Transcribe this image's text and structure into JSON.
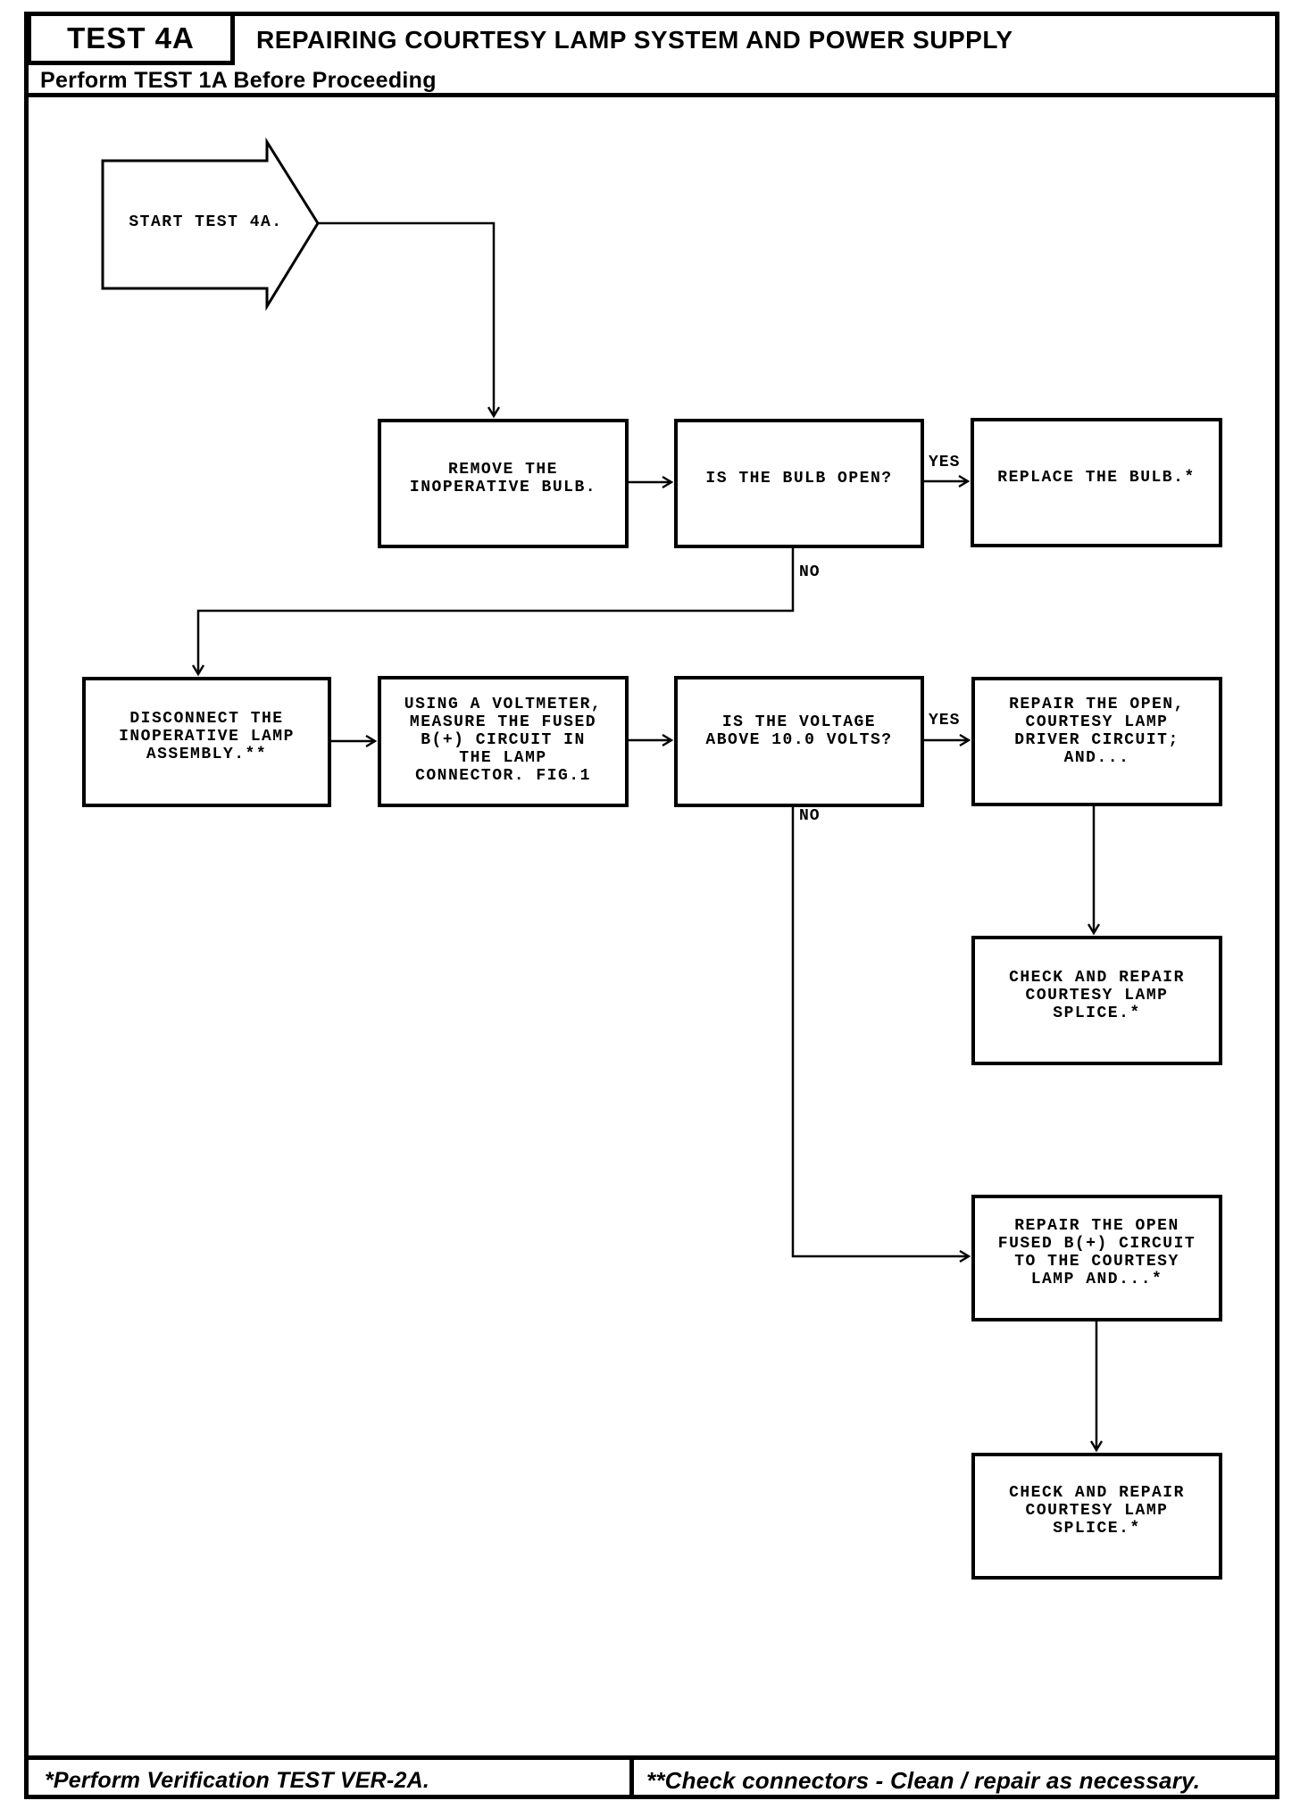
{
  "header": {
    "test_id": "TEST 4A",
    "title": "REPAIRING COURTESY LAMP SYSTEM AND POWER SUPPLY",
    "subtitle": "Perform TEST 1A Before Proceeding"
  },
  "flowchart": {
    "start_label": "START TEST 4A.",
    "boxes": {
      "remove_bulb": "REMOVE THE\nINOPERATIVE BULB.",
      "bulb_open": "IS THE BULB OPEN?",
      "replace_bulb": "REPLACE THE BULB.*",
      "disconnect_lamp": "DISCONNECT THE\nINOPERATIVE LAMP\nASSEMBLY.**",
      "measure_voltage": "USING A VOLTMETER,\nMEASURE THE FUSED\nB(+) CIRCUIT IN\nTHE LAMP\nCONNECTOR. FIG.1",
      "voltage_above_10": "IS THE VOLTAGE\nABOVE 10.0 VOLTS?",
      "repair_driver_circuit": "REPAIR THE OPEN,\nCOURTESY LAMP\nDRIVER CIRCUIT;\nAND...",
      "check_splice_upper": "CHECK AND REPAIR\nCOURTESY LAMP\nSPLICE.*",
      "repair_fused_circuit": "REPAIR THE OPEN\nFUSED B(+) CIRCUIT\nTO THE COURTESY\nLAMP AND...*",
      "check_splice_lower": "CHECK AND REPAIR\nCOURTESY LAMP\nSPLICE.*"
    },
    "branch_labels": {
      "bulb_open_yes": "YES",
      "bulb_open_no": "NO",
      "voltage_yes": "YES",
      "voltage_no": "NO"
    }
  },
  "footer": {
    "note_left": "*Perform Verification TEST VER-2A.",
    "note_right": "**Check connectors - Clean / repair as necessary."
  },
  "colors": {
    "ink": "#000000",
    "paper": "#ffffff"
  }
}
